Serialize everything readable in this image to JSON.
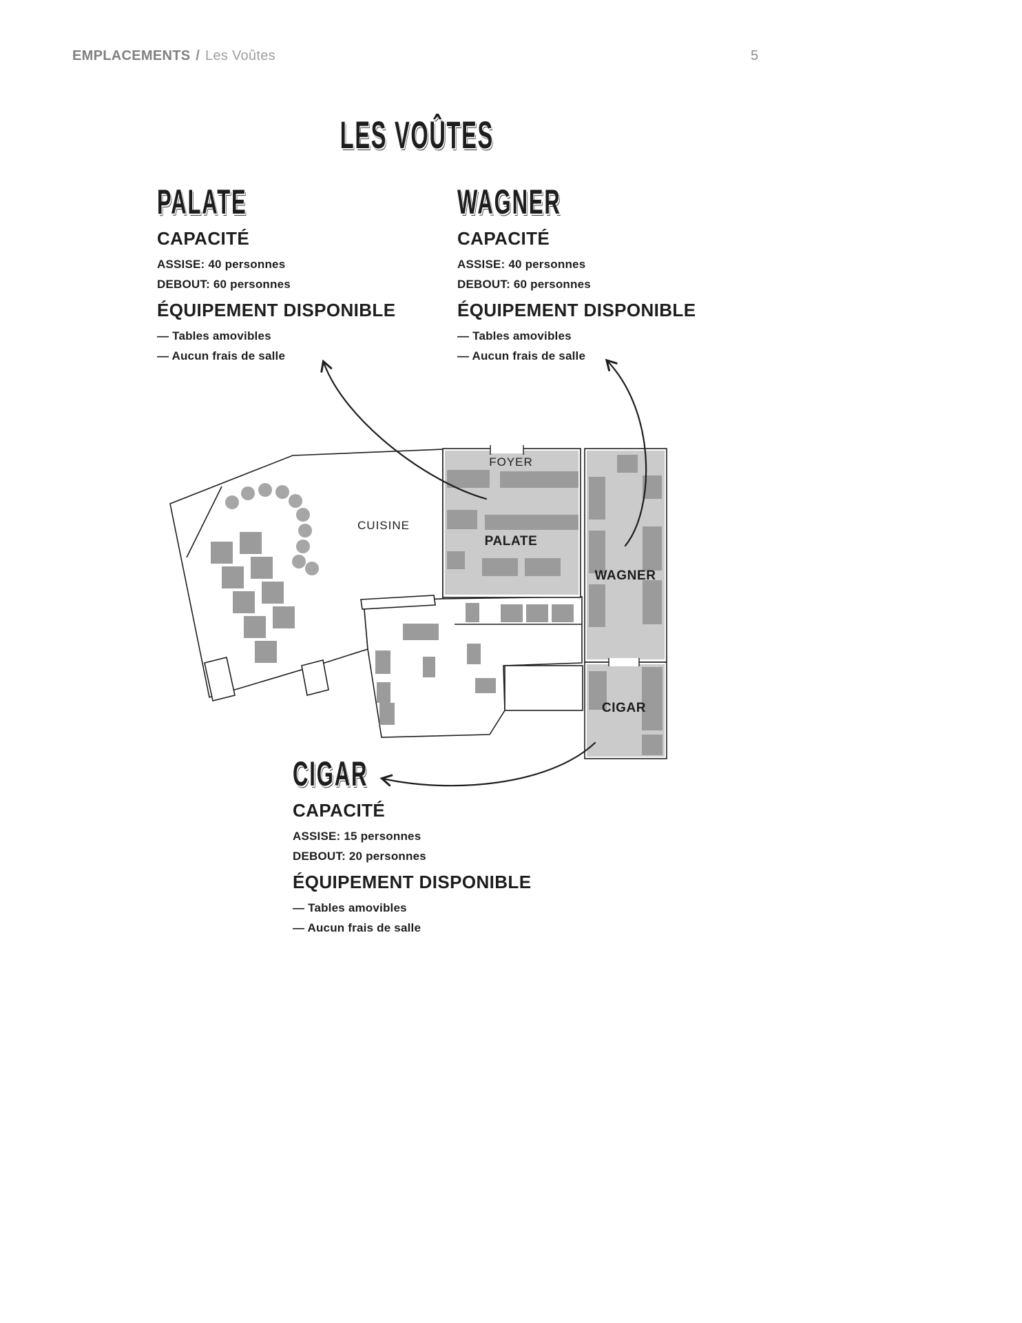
{
  "header": {
    "breadcrumb_primary": "EMPLACEMENTS",
    "breadcrumb_separator": "/",
    "breadcrumb_secondary": "Les Voûtes",
    "page_number": "5"
  },
  "title": "LES VOÛTES",
  "sections": {
    "palate": {
      "title": "PALATE",
      "capacity_heading": "CAPACITÉ",
      "seated": "ASSISE: 40 personnes",
      "standing": "DEBOUT: 60 personnes",
      "equipment_heading": "ÉQUIPEMENT DISPONIBLE",
      "equipment_1": "— Tables amovibles",
      "equipment_2": "— Aucun frais de salle"
    },
    "wagner": {
      "title": "WAGNER",
      "capacity_heading": "CAPACITÉ",
      "seated": "ASSISE: 40 personnes",
      "standing": "DEBOUT: 60 personnes",
      "equipment_heading": "ÉQUIPEMENT DISPONIBLE",
      "equipment_1": "— Tables amovibles",
      "equipment_2": "— Aucun frais de salle"
    },
    "cigar": {
      "title": "CIGAR",
      "capacity_heading": "CAPACITÉ",
      "seated": "ASSISE: 15 personnes",
      "standing": "DEBOUT: 20 personnes",
      "equipment_heading": "ÉQUIPEMENT DISPONIBLE",
      "equipment_1": "— Tables amovibles",
      "equipment_2": "— Aucun frais de salle"
    }
  },
  "floorplan": {
    "labels": {
      "foyer": "FOYER",
      "cuisine": "CUISINE",
      "palate": "PALATE",
      "wagner": "WAGNER",
      "cigar": "CIGAR"
    },
    "colors": {
      "room_fill": "#cbcbcb",
      "furniture_fill": "#9b9b9b",
      "chair_fill": "#a6a6a6",
      "outline": "#1d1d1d"
    }
  }
}
